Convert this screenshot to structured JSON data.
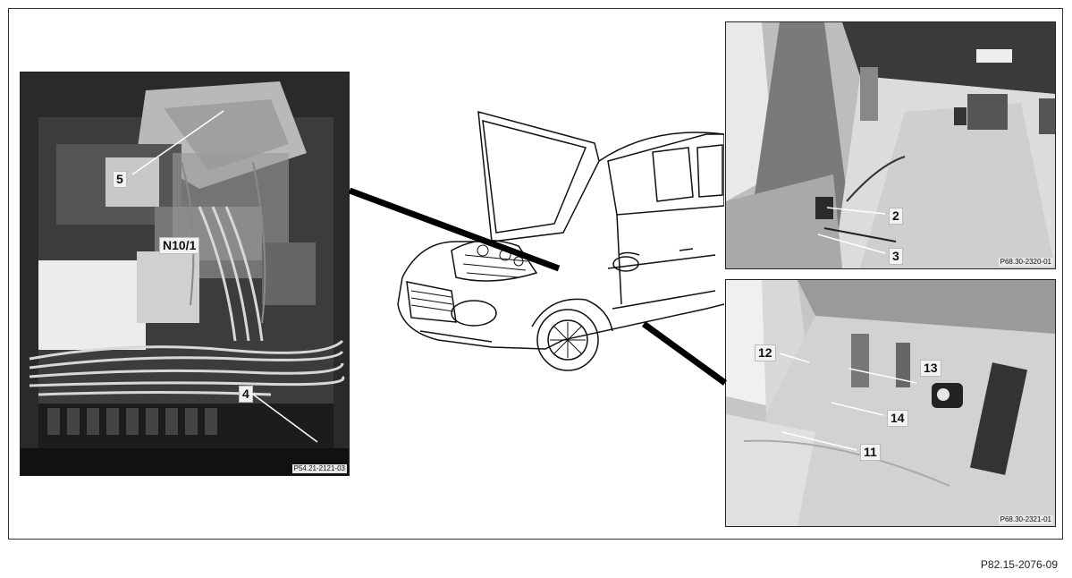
{
  "diagram_code": "P82.15-2076-09",
  "engine_photo": {
    "ref_code": "P54.21-2121-03",
    "labels": {
      "fuse_box": "5",
      "relay_module": "N10/1",
      "cable_plug": "4"
    }
  },
  "pedal_photo": {
    "ref_code": "P68.30-2320-01",
    "labels": {
      "a": "2",
      "b": "3"
    }
  },
  "footwell_photo": {
    "ref_code": "P68.30-2321-01",
    "labels": {
      "a": "12",
      "b": "13",
      "c": "14",
      "d": "11"
    }
  }
}
